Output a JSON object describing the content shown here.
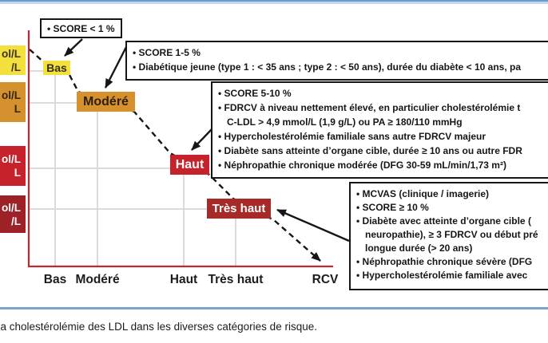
{
  "figure": {
    "caption": "La cholestérolémie des LDL dans les diverses catégories de risque.",
    "axis": {
      "x_labels": [
        "Bas",
        "Modéré",
        "Haut",
        "Très haut"
      ],
      "x_title": "RCV"
    },
    "risk_labels": [
      "Bas",
      "Modéré",
      "Haut",
      "Très haut"
    ],
    "ldl_fragments": [
      {
        "lines": [
          "ol/L",
          "/L"
        ],
        "color": "#f3df3e"
      },
      {
        "lines": [
          "ol/L",
          "L"
        ],
        "color": "#d5912e"
      },
      {
        "lines": [
          "ol/L",
          "L"
        ],
        "color": "#c5222b"
      },
      {
        "lines": [
          "ol/L",
          "/L"
        ],
        "color": "#9c2227"
      }
    ],
    "callouts": [
      {
        "lines": [
          "• SCORE < 1 %"
        ]
      },
      {
        "lines": [
          "• SCORE 1-5 %",
          "• Diabétique jeune (type 1 : < 35 ans ; type 2 : < 50 ans), durée du diabète < 10 ans, pa"
        ]
      },
      {
        "lines": [
          "• SCORE 5-10 %",
          "• FDRCV à niveau nettement élevé, en particulier cholestérolémie t",
          "C-LDL > 4,9 mmol/L (1,9 g/L) ou PA ≥ 180/110 mmHg",
          "• Hypercholestérolémie familiale sans autre FDRCV majeur",
          "• Diabète sans atteinte d’organe cible, durée ≥ 10 ans ou autre FDR",
          "• Néphropathie chronique modérée (DFG 30-59 mL/min/1,73 m²)"
        ]
      },
      {
        "lines": [
          "• MCVAS (clinique / imagerie)",
          "• SCORE ≥ 10 %",
          "• Diabète avec atteinte d’organe cible (",
          "neuropathie), ≥ 3 FDRCV ou début pré",
          "longue durée (> 20 ans)",
          "• Néphropathie chronique sévère (DFG",
          "• Hypercholestérolémie familiale avec"
        ]
      }
    ],
    "colors": {
      "risk_low": "#f3df3e",
      "risk_moderate": "#d5912e",
      "risk_high": "#c5222b",
      "risk_very_high": "#9c2227",
      "axis_red": "#c0272e",
      "grid_gray": "#dbdbdb",
      "rule_blue": "#7ba3cf",
      "line_black": "#161616"
    }
  }
}
